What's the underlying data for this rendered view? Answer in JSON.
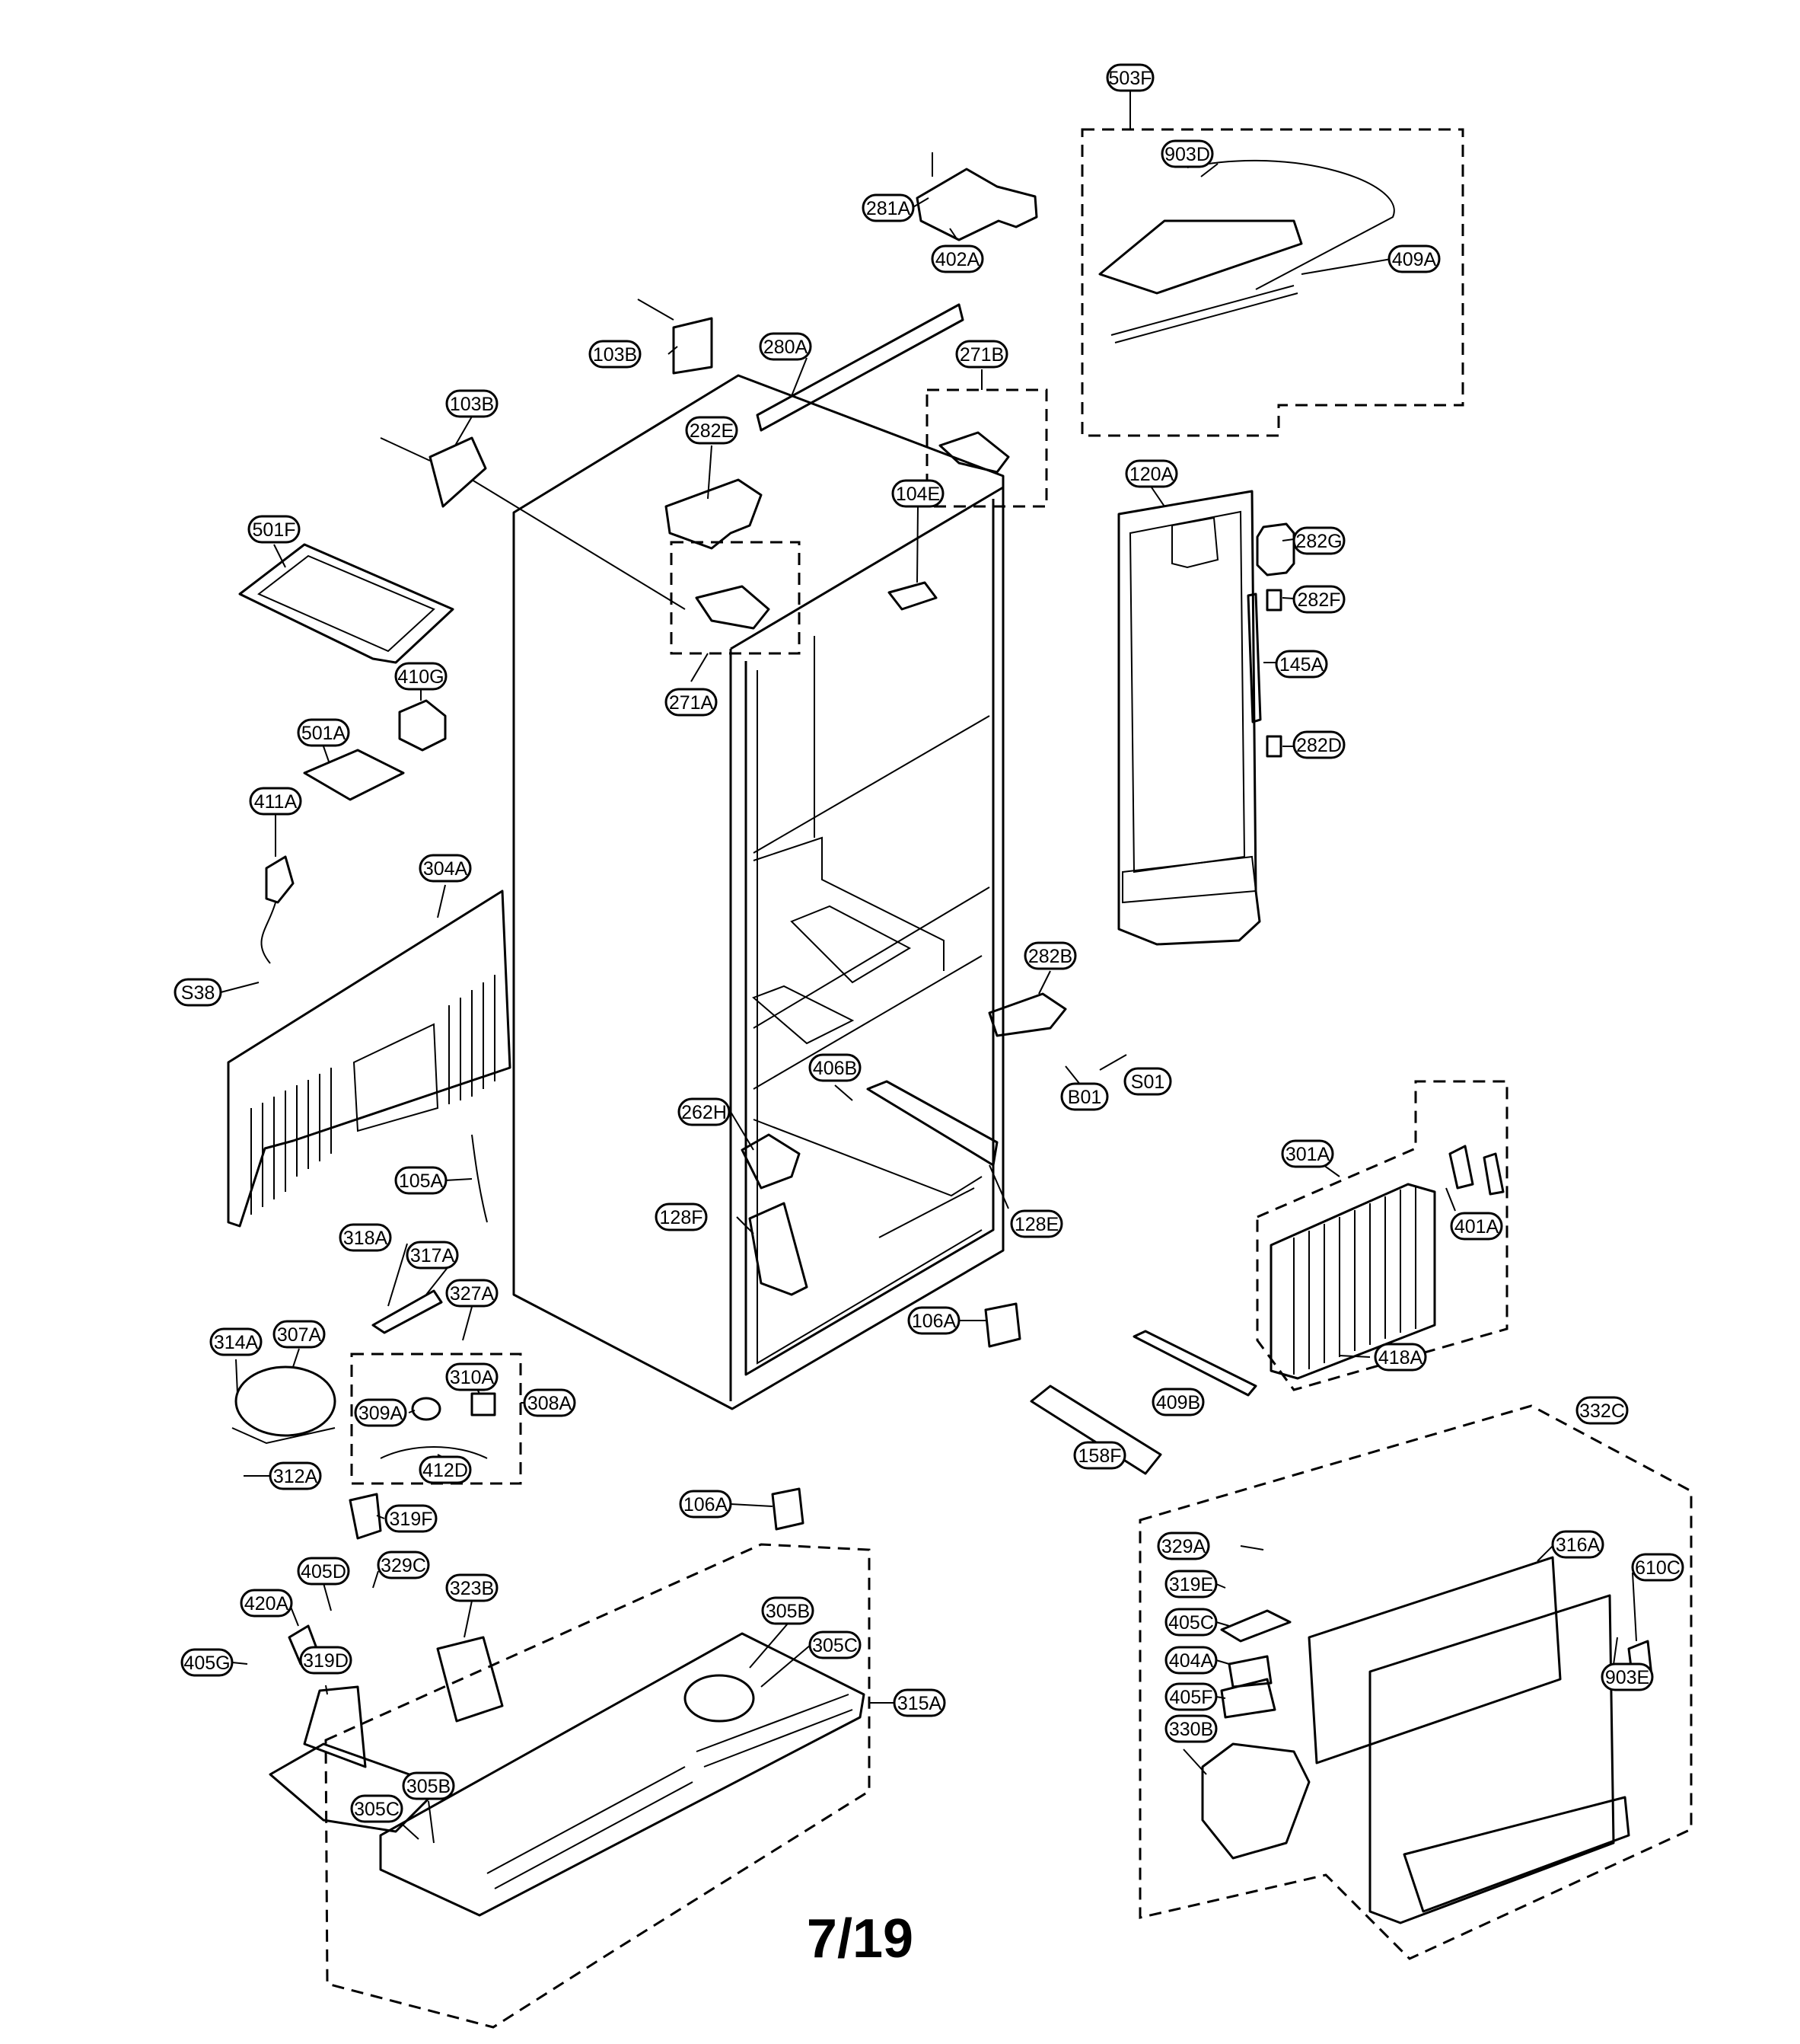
{
  "diagram": {
    "page_label": "7/19",
    "part_labels": [
      "503F",
      "903D",
      "409A",
      "281A",
      "402A",
      "103B",
      "280A",
      "103B",
      "271B",
      "282E",
      "104E",
      "271A",
      "501F",
      "410G",
      "501A",
      "411A",
      "304A",
      "S38",
      "120A",
      "282G",
      "282F",
      "145A",
      "282D",
      "282B",
      "S01",
      "B01",
      "406B",
      "262H",
      "128F",
      "128E",
      "105A",
      "318A",
      "317A",
      "327A",
      "314A",
      "307A",
      "310A",
      "309A",
      "308A",
      "312A",
      "412D",
      "319F",
      "106A",
      "301A",
      "401A",
      "418A",
      "409B",
      "158F",
      "106A",
      "332C",
      "329A",
      "316A",
      "610C",
      "319E",
      "405C",
      "404A",
      "405F",
      "903E",
      "330B",
      "405D",
      "329C",
      "420A",
      "323B",
      "405G",
      "319D",
      "305B",
      "305C",
      "315A",
      "305B",
      "305C"
    ]
  }
}
